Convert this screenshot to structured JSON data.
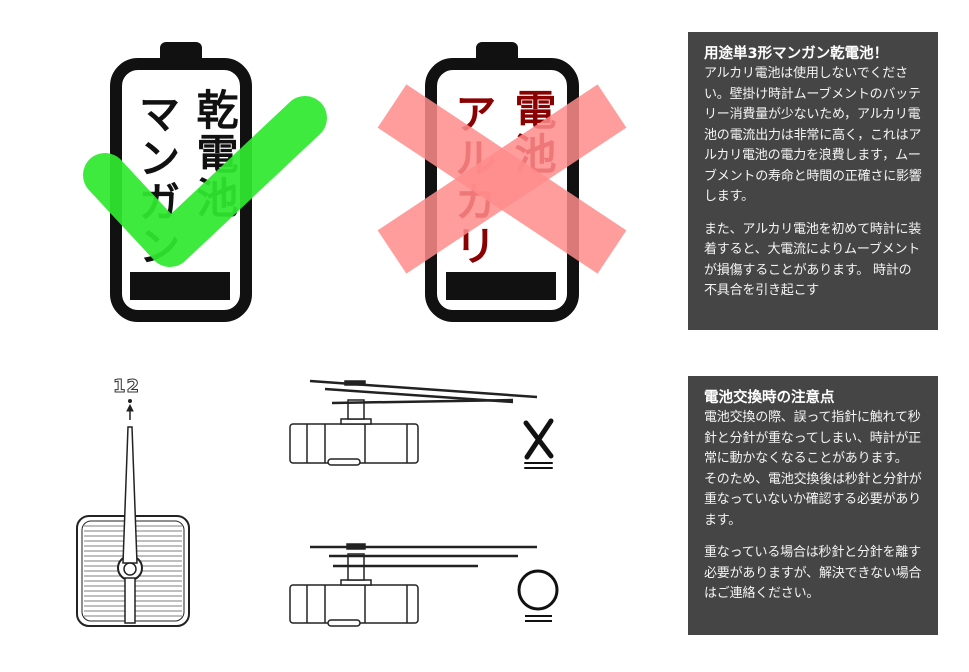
{
  "battery_good": {
    "label_right": "乾電池",
    "label_left": "マンガン",
    "mark": "check-icon",
    "mark_color": "#2ee82e"
  },
  "battery_bad": {
    "label_right": "電池",
    "label_left": "アルカリ",
    "mark": "cross-icon",
    "mark_color": "#ff9a9a"
  },
  "clock_label": "12",
  "info_battery": {
    "title": "用途単3形マンガン乾電池！",
    "paragraphs": [
      "アルカリ電池は使用しないでください。壁掛け時計ムーブメントのバッテリー消費量が少ないため，アルカリ電池の電流出力は非常に高く，これはアルカリ電池の電力を浪費します，ムーブメントの寿命と時間の正確さに影響します。",
      "また、アルカリ電池を初めて時計に装着すると、大電流によりムーブメントが損傷することがあります。 時計の不具合を引き起こす"
    ]
  },
  "info_replace": {
    "title": "電池交換時の注意点",
    "paragraphs": [
      "電池交換の際、誤って指針に触れて秒針と分針が重なってしまい、時計が正常に動かなくなることがあります。 そのため、電池交換後は秒針と分針が重なっていないか確認する必要があります。",
      "重なっている場合は秒針と分針を離す必要がありますが、解決できない場合はご連絡ください。"
    ]
  },
  "diagram_wrong": {
    "mark": "cross-icon"
  },
  "diagram_right": {
    "mark": "circle-icon"
  }
}
